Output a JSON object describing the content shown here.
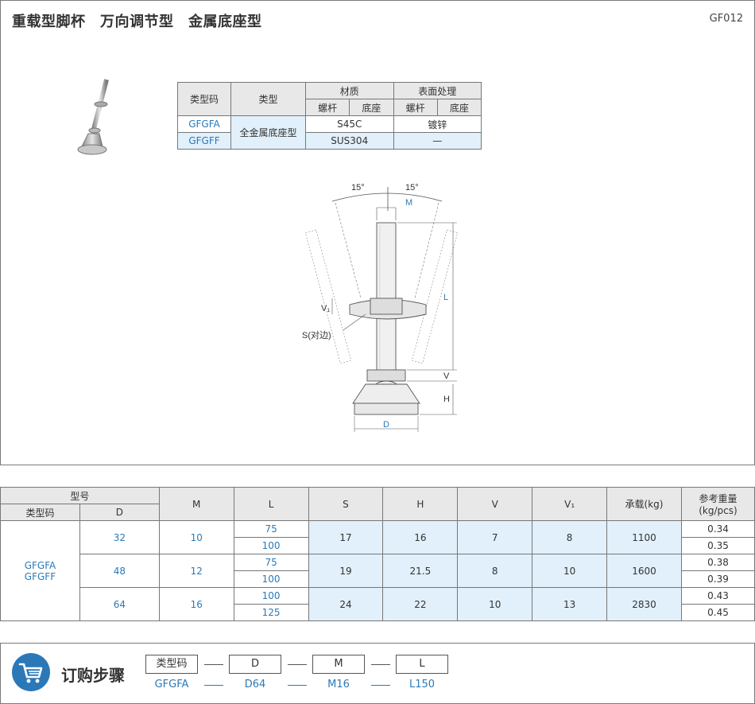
{
  "header": {
    "title": "重载型脚杯　万向调节型　金属底座型",
    "code": "GF012"
  },
  "materials": {
    "headers": {
      "type_code": "类型码",
      "type": "类型",
      "material": "材质",
      "surface": "表面处理",
      "bolt": "螺杆",
      "base": "底座"
    },
    "type_value": "全金属底座型",
    "rows": [
      {
        "code": "GFGFA",
        "material": "S45C",
        "surface": "镀锌"
      },
      {
        "code": "GFGFF",
        "material": "SUS304",
        "surface": "—"
      }
    ]
  },
  "drawing": {
    "angle_left": "15°",
    "angle_right": "15°",
    "label_m": "M",
    "label_l": "L",
    "label_v1": "V₁",
    "label_s": "S(对边)",
    "label_v": "V",
    "label_h": "H",
    "label_d": "D"
  },
  "specs": {
    "headers": {
      "model": "型号",
      "type_code": "类型码",
      "d": "D",
      "m": "M",
      "l": "L",
      "s": "S",
      "h": "H",
      "v": "V",
      "v1": "V₁",
      "load": "承载(kg)",
      "weight_line1": "参考重量",
      "weight_line2": "(kg/pcs)"
    },
    "type_code_line1": "GFGFA",
    "type_code_line2": "GFGFF",
    "groups": [
      {
        "d": "32",
        "m": "10",
        "l": [
          "75",
          "100"
        ],
        "s": "17",
        "h": "16",
        "v": "7",
        "v1": "8",
        "load": "1100",
        "weight": [
          "0.34",
          "0.35"
        ]
      },
      {
        "d": "48",
        "m": "12",
        "l": [
          "75",
          "100"
        ],
        "s": "19",
        "h": "21.5",
        "v": "8",
        "v1": "10",
        "load": "1600",
        "weight": [
          "0.38",
          "0.39"
        ]
      },
      {
        "d": "64",
        "m": "16",
        "l": [
          "100",
          "125"
        ],
        "s": "24",
        "h": "22",
        "v": "10",
        "v1": "13",
        "load": "2830",
        "weight": [
          "0.43",
          "0.45"
        ]
      }
    ]
  },
  "order": {
    "title": "订购步骤",
    "steps": [
      {
        "label": "类型码",
        "example": "GFGFA"
      },
      {
        "label": "D",
        "example": "D64"
      },
      {
        "label": "M",
        "example": "M16"
      },
      {
        "label": "L",
        "example": "L150"
      }
    ]
  },
  "colors": {
    "accent": "#2a7ab8",
    "highlight": "#e1f0fa",
    "header_gray": "#e8e8e8"
  }
}
